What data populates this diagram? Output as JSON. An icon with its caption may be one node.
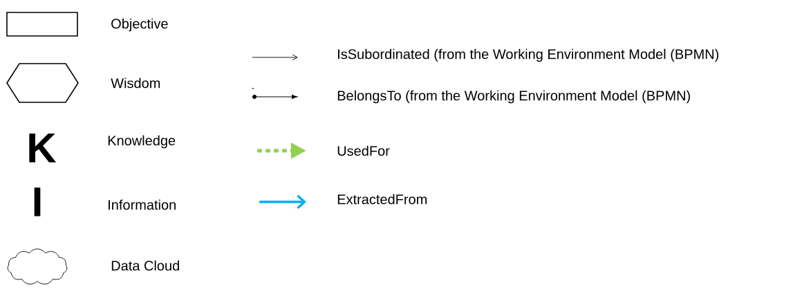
{
  "diagram": {
    "nodes": [
      {
        "text": [],
        "shape": "box"
      },
      {
        "text": [],
        "shape": "hexagon"
      },
      {
        "text": [],
        "shape": "cloud"
      }
    ],
    "labels": [
      "K",
      "I"
    ],
    "legend": [
      {
        "text": "Objective"
      },
      {
        "text": "Wisdom"
      },
      {
        "text": "Knowledge"
      },
      {
        "text": "Information"
      },
      {
        "text": "Data Cloud"
      },
      {
        "text": "IsSubordinated (from the Working Environment Model (BPMN)"
      },
      {
        "text": "BelongsTo (from the Working Environment Model (BPMN)"
      },
      {
        "text": "UsedFor"
      },
      {
        "text": "ExtractedFrom"
      }
    ]
  }
}
